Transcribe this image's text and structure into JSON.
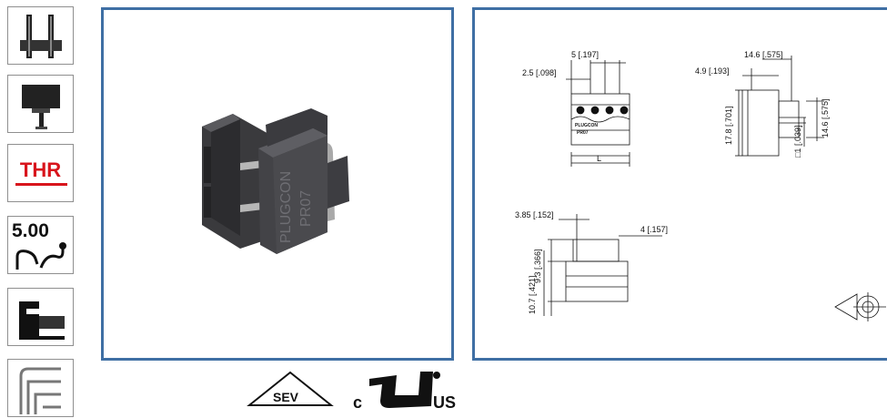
{
  "sidebar": {
    "icons": [
      {
        "name": "double-pin-header-icon"
      },
      {
        "name": "single-pin-pcb-icon"
      },
      {
        "name": "thr-icon",
        "label": "THR"
      },
      {
        "name": "pitch-icon",
        "label": "5.00"
      },
      {
        "name": "horizontal-connector-icon"
      },
      {
        "name": "angled-pin-icon"
      }
    ]
  },
  "photo": {
    "brand": "PLUGCON",
    "model": "PR07"
  },
  "drawing": {
    "dims": {
      "d1": "5 [.197]",
      "d2": "2.5 [.098]",
      "d3": "14.6 [.575]",
      "d4": "4.9 [.193]",
      "d5": "17.8 [.701]",
      "d6": "14.6 [.575]",
      "d7": "□1 [.039]",
      "d8": "L",
      "d9": "3.85 [.152]",
      "d10": "4 [.157]",
      "d11": "9.3 [.366]",
      "d12": "10.7 [.421]"
    },
    "part_label_1": "PLUGCON",
    "part_label_2": "PR07"
  },
  "certs": {
    "sev": "SEV",
    "ul_left": "c",
    "ul_right": "US"
  }
}
